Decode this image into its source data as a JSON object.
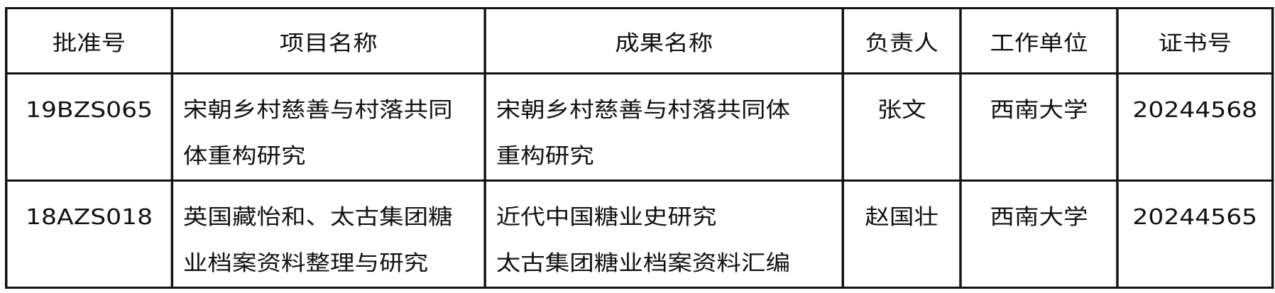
{
  "headers": [
    "批准号",
    "项目名称",
    "成果名称",
    "负责人",
    "工作单位",
    "证书号"
  ],
  "rows": [
    {
      "approval_no": "19BZS065",
      "project_name": [
        "宋朝乡村慈善与村落共同",
        "体重构研究"
      ],
      "result_name": [
        "宋朝乡村慈善与村落共同体",
        "重构研究"
      ],
      "leader": "张文",
      "unit": "西南大学",
      "certificate_no": "20244568"
    },
    {
      "approval_no": "18AZS018",
      "project_name": [
        "英国藏怡和、太古集团糖",
        "业档案资料整理与研究"
      ],
      "result_name": [
        "近代中国糖业史研究",
        "太古集团糖业档案资料汇编"
      ],
      "leader": "赵国壮",
      "unit": "西南大学",
      "certificate_no": "20244565"
    }
  ]
}
